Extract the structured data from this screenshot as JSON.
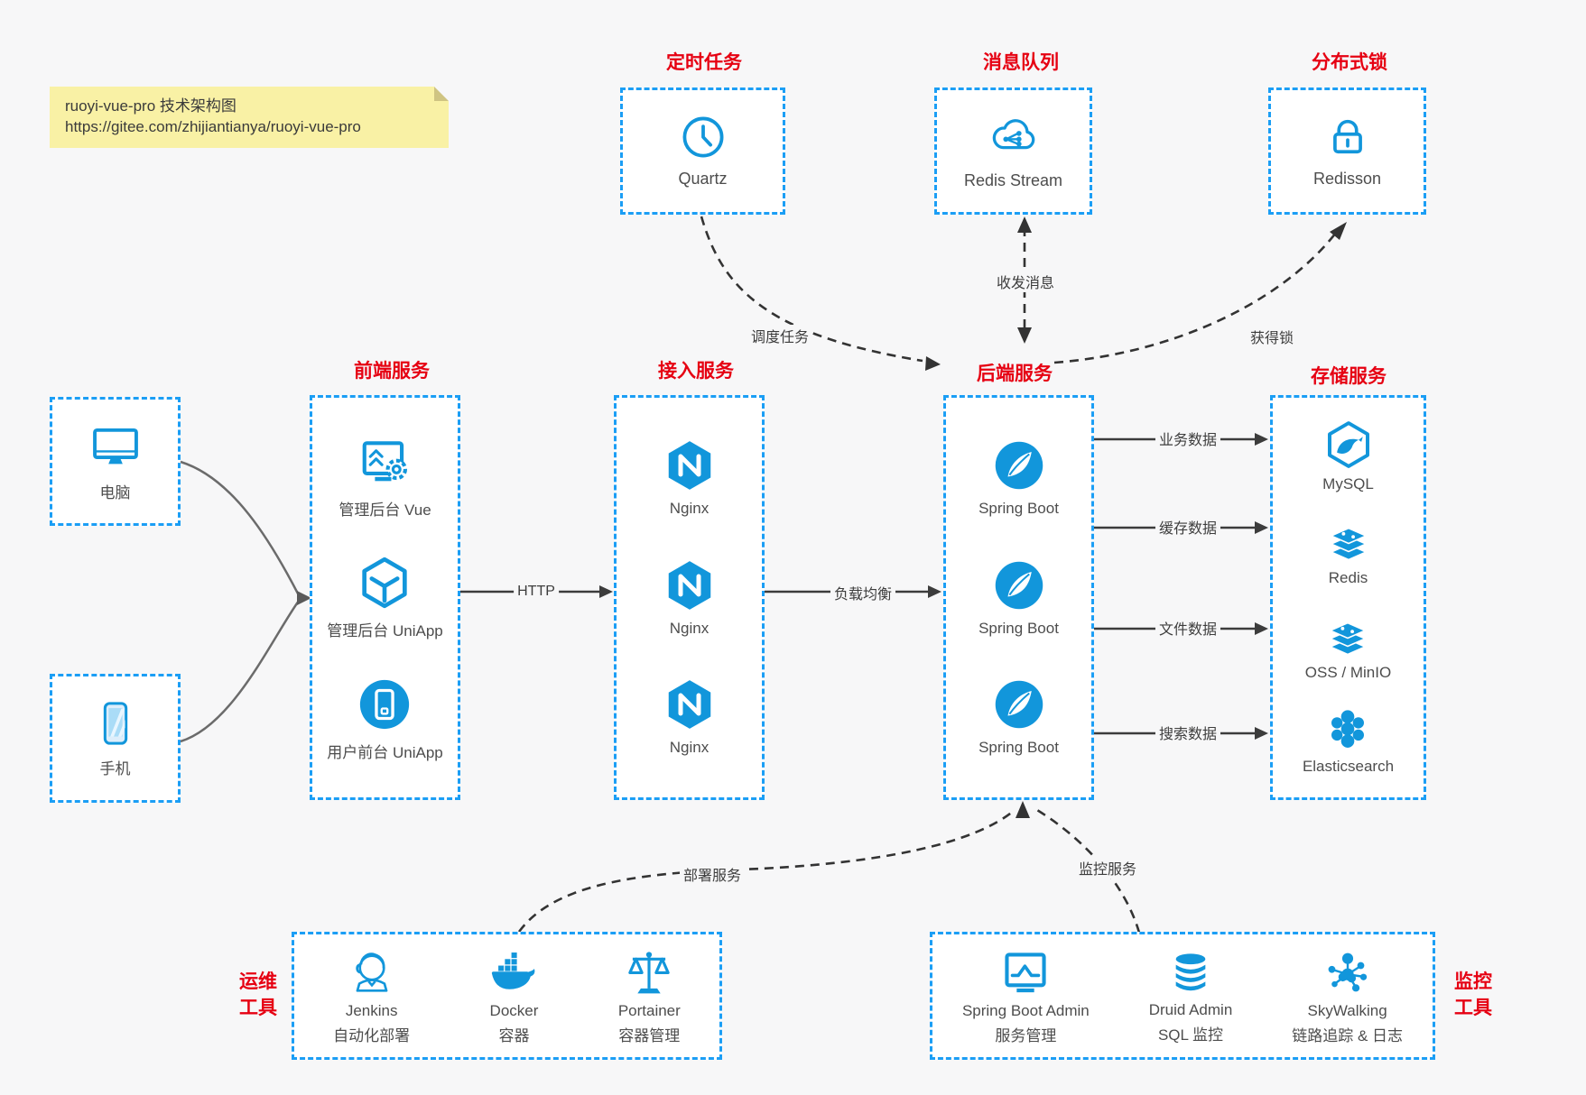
{
  "note": {
    "line1": "ruoyi-vue-pro 技术架构图",
    "line2": "https://gitee.com/zhijiantianya/ruoyi-vue-pro"
  },
  "colors": {
    "box_border_blue": "#1b9ef5",
    "icon_blue": "#1296db",
    "title_red": "#e60012",
    "background": "#f7f7f8",
    "note_yellow": "#f9f1a5"
  },
  "top_groups": [
    {
      "title": "定时任务",
      "icon": "clock-icon",
      "label": "Quartz"
    },
    {
      "title": "消息队列",
      "icon": "cloud-message-icon",
      "label": "Redis Stream"
    },
    {
      "title": "分布式锁",
      "icon": "lock-icon",
      "label": "Redisson"
    }
  ],
  "clients": [
    {
      "icon": "desktop-icon",
      "label": "电脑"
    },
    {
      "icon": "smartphone-icon",
      "label": "手机"
    }
  ],
  "service_columns": [
    {
      "title": "前端服务",
      "items": [
        {
          "icon": "admin-vue-icon",
          "label": "管理后台 Vue"
        },
        {
          "icon": "uniapp-cube-icon",
          "label": "管理后台 UniApp"
        },
        {
          "icon": "user-app-icon",
          "label": "用户前台 UniApp"
        }
      ]
    },
    {
      "title": "接入服务",
      "items": [
        {
          "icon": "nginx-icon",
          "label": "Nginx"
        },
        {
          "icon": "nginx-icon",
          "label": "Nginx"
        },
        {
          "icon": "nginx-icon",
          "label": "Nginx"
        }
      ]
    },
    {
      "title": "后端服务",
      "items": [
        {
          "icon": "spring-boot-icon",
          "label": "Spring Boot"
        },
        {
          "icon": "spring-boot-icon",
          "label": "Spring Boot"
        },
        {
          "icon": "spring-boot-icon",
          "label": "Spring Boot"
        }
      ]
    },
    {
      "title": "存储服务",
      "items": [
        {
          "icon": "mysql-icon",
          "label": "MySQL"
        },
        {
          "icon": "redis-stack-icon",
          "label": "Redis"
        },
        {
          "icon": "oss-stack-icon",
          "label": "OSS / MinIO"
        },
        {
          "icon": "elasticsearch-icon",
          "label": "Elasticsearch"
        }
      ]
    }
  ],
  "bottom_groups": [
    {
      "title_lines": [
        "运维",
        "工具"
      ],
      "items": [
        {
          "icon": "jenkins-icon",
          "name": "Jenkins",
          "desc": "自动化部署"
        },
        {
          "icon": "docker-icon",
          "name": "Docker",
          "desc": "容器"
        },
        {
          "icon": "portainer-icon",
          "name": "Portainer",
          "desc": "容器管理"
        }
      ]
    },
    {
      "title_lines": [
        "监控",
        "工具"
      ],
      "items": [
        {
          "icon": "spring-boot-admin-icon",
          "name": "Spring Boot Admin",
          "desc": "服务管理"
        },
        {
          "icon": "druid-icon",
          "name": "Druid Admin",
          "desc": "SQL 监控"
        },
        {
          "icon": "skywalking-icon",
          "name": "SkyWalking",
          "desc": "链路追踪 & 日志"
        }
      ]
    }
  ],
  "edge_labels": {
    "http": "HTTP",
    "load_balance": "负载均衡",
    "schedule": "调度任务",
    "messaging": "收发消息",
    "acquire_lock": "获得锁",
    "business_data": "业务数据",
    "cache_data": "缓存数据",
    "file_data": "文件数据",
    "search_data": "搜索数据",
    "deploy": "部署服务",
    "monitor": "监控服务"
  }
}
